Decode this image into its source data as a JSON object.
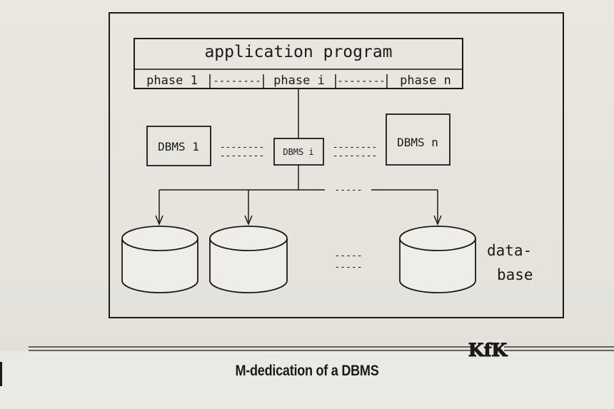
{
  "diagram": {
    "app_box": {
      "title": "application program",
      "phases": [
        "phase 1",
        "--------",
        "phase i",
        "--------",
        "phase n"
      ]
    },
    "dbms": {
      "first": "DBMS 1",
      "middle": "DBMS i",
      "last": "DBMS n",
      "separator": "--------"
    },
    "branch_separator": "-----",
    "database_separator": "-----",
    "database_label_line1": "data-",
    "database_label_line2": "base"
  },
  "logo": {
    "text": "KfK"
  },
  "caption": {
    "text": "M-dedication of a DBMS"
  },
  "colors": {
    "ink": "#1a1a1a",
    "paper": "#e6e4dd"
  }
}
